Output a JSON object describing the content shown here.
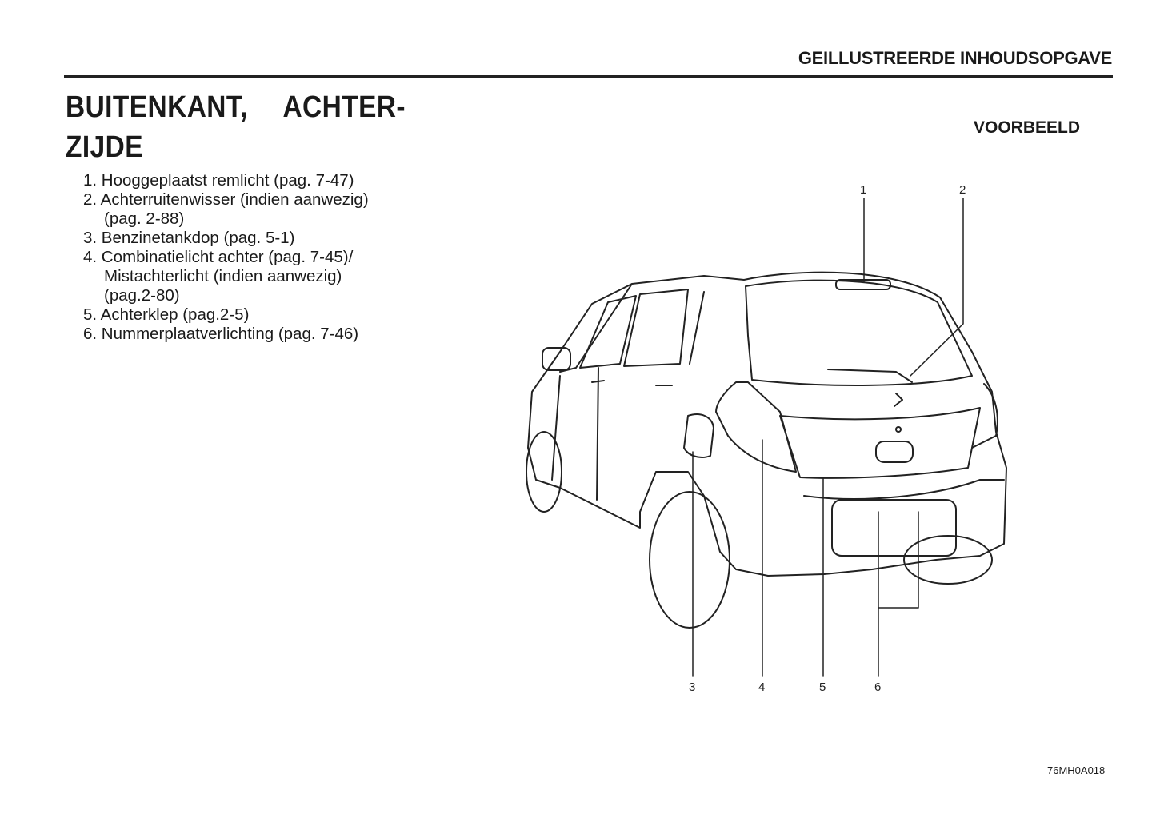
{
  "header": {
    "section": "GEILLUSTREERDE INHOUDSOPGAVE"
  },
  "title": {
    "line1": "BUITENKANT, ACHTER-",
    "line2": "ZIJDE"
  },
  "items": [
    {
      "lines": [
        "1. Hooggeplaatst remlicht (pag. 7-47)"
      ]
    },
    {
      "lines": [
        "2. Achterruitenwisser (indien aanwezig)",
        "(pag. 2-88)"
      ]
    },
    {
      "lines": [
        "3. Benzinetankdop (pag. 5-1)"
      ]
    },
    {
      "lines": [
        "4. Combinatielicht achter (pag. 7-45)/",
        "Mistachterlicht (indien aanwezig)",
        "(pag.2-80)"
      ]
    },
    {
      "lines": [
        "5. Achterklep (pag.2-5)"
      ]
    },
    {
      "lines": [
        "6. Nummerplaatverlichting (pag. 7-46)"
      ]
    }
  ],
  "figure": {
    "label": "VOORBEELD",
    "callouts": [
      "1",
      "2",
      "3",
      "4",
      "5",
      "6"
    ],
    "code": "76MH0A018"
  }
}
